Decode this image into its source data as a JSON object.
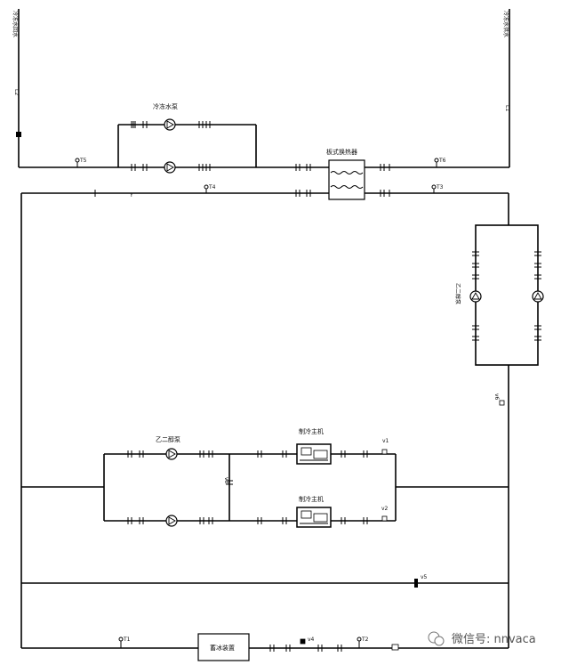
{
  "labels": {
    "chilled_return": "冷冻水回水",
    "chilled_supply": "冷冻水供水",
    "l2": "L2",
    "l1": "L1",
    "chilled_pump": "冷冻水泵",
    "plate_hx": "板式换热器",
    "glycol_pump_right": "乙二醇泵",
    "glycol_pump_left": "乙二醇泵",
    "chiller_1": "制冷主机",
    "chiller_2": "制冷主机",
    "ice_storage": "蓄冰装置"
  },
  "sensors": {
    "t1": "T1",
    "t2": "T2",
    "t3": "T3",
    "t4": "T4",
    "t5": "T5",
    "t6": "T6"
  },
  "valves": {
    "v1": "v1",
    "v2": "v2",
    "v3": "v3",
    "v4": "v4",
    "v5": "v5",
    "v6": "v6"
  },
  "markers": {
    "y": "Y"
  },
  "watermark": {
    "text": "微信号: nnvaca",
    "icon": "wechat-icon"
  }
}
